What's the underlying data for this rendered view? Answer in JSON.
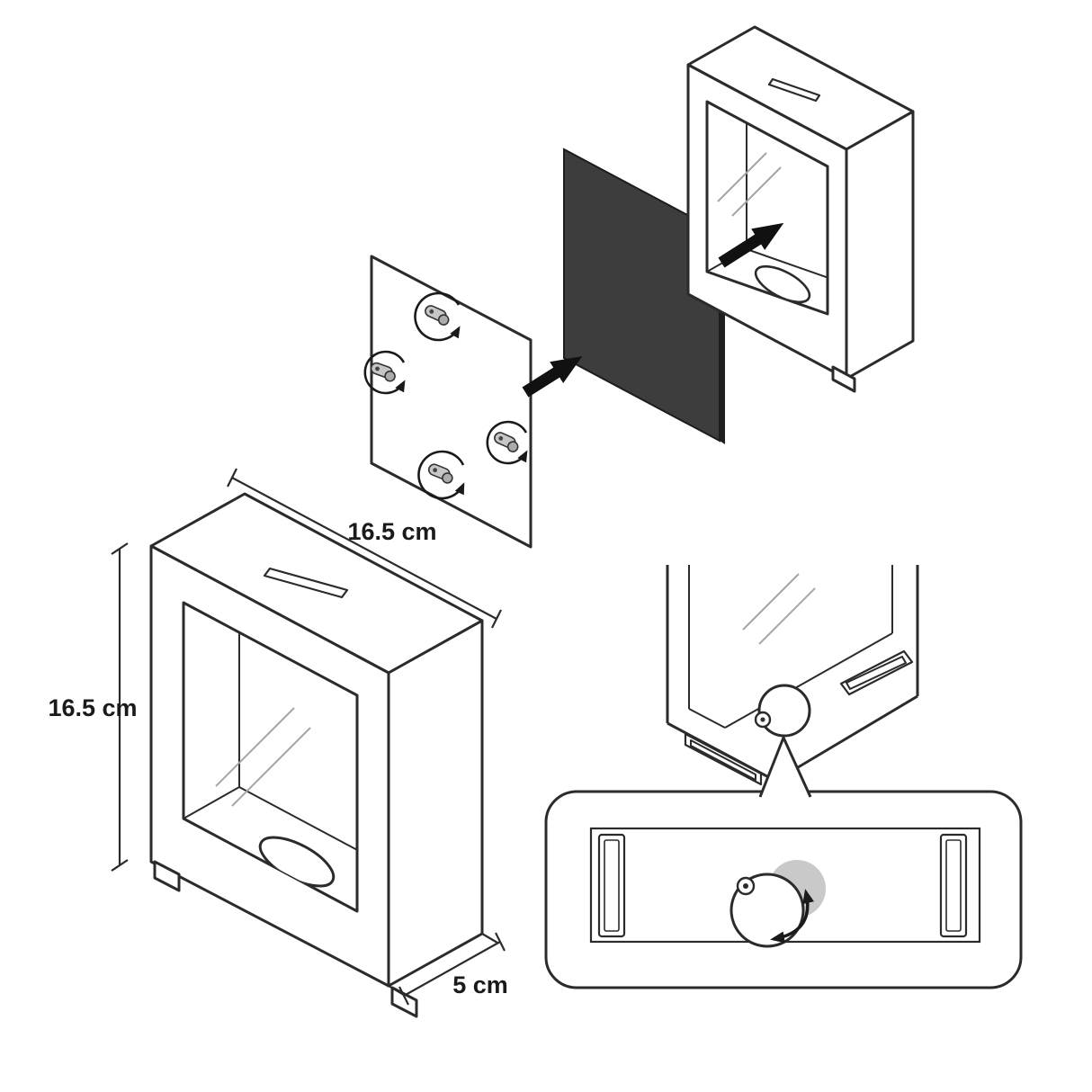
{
  "diagram": {
    "labels": {
      "width": "16.5 cm",
      "height": "16.5 cm",
      "depth": "5 cm"
    },
    "colors": {
      "line": "#2b2b2b",
      "photo_panel": "#3d3d3d",
      "photo_panel_edge": "#1e1e1e",
      "hole_fill": "#c9c9c9",
      "clip_fill": "#c6c6c6",
      "shine": "#a6a6a6",
      "background": "#ffffff"
    }
  }
}
